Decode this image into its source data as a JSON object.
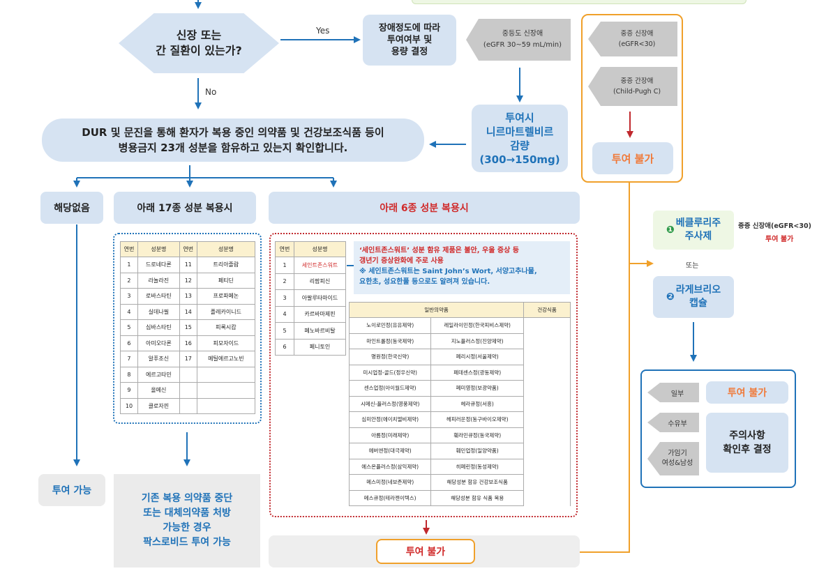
{
  "colors": {
    "blue": "#1f72b8",
    "red": "#d02a2a",
    "orange": "#f0a02a",
    "light_blue": "#d6e3f2",
    "grey": "#c9c9c9"
  },
  "decision": {
    "question": "신장 또는\n간 질환이 있는가?",
    "yes": "Yes",
    "no": "No"
  },
  "renal_box": "장애정도에 따라\n투여여부 및\n용량 결정",
  "moderate_tag": "중등도 신장애\n(eGFR 30~59 mL/min)",
  "dose_reduce": "투여시\n니르마트렐비르\n감량\n(300→150mg)",
  "severe": {
    "renal": "중증 신장애\n(eGFR<30)",
    "liver": "중증 간장애\n(Child-Pugh C)",
    "result": "투여 불가"
  },
  "dur_box": "DUR 및 문진을 통해 환자가 복용 중인 의약품 및 건강보조식품 등이\n병용금지 23개 성분을 함유하고 있는지 확인합니다.",
  "none": {
    "label": "해당없음",
    "result": "투여 가능"
  },
  "group17": {
    "header": "아래 17종 성분 복용시",
    "result": "기존 복용 의약품 중단\n또는 대체의약품 처방\n가능한 경우\n팍스로비드 투여 가능"
  },
  "table17": {
    "headers": [
      "연번",
      "성분명",
      "연번",
      "성분명"
    ],
    "rows": [
      [
        "1",
        "드로네다론",
        "11",
        "트리아졸람"
      ],
      [
        "2",
        "라놀라진",
        "12",
        "페티딘"
      ],
      [
        "3",
        "로바스타틴",
        "13",
        "프로파페논"
      ],
      [
        "4",
        "실데나필",
        "14",
        "플레카이니드"
      ],
      [
        "5",
        "심바스타틴",
        "15",
        "피록시캄"
      ],
      [
        "6",
        "아미오다론",
        "16",
        "피모자이드"
      ],
      [
        "7",
        "알푸조신",
        "17",
        "메틸에르고노빈"
      ],
      [
        "8",
        "에르고타민",
        "",
        ""
      ],
      [
        "9",
        "올메신",
        "",
        ""
      ],
      [
        "10",
        "클로자핀",
        "",
        ""
      ]
    ]
  },
  "group6": {
    "header": "아래 6종 성분 복용시",
    "result": "투여 불가"
  },
  "table6": {
    "headers": [
      "연번",
      "성분명"
    ],
    "rows": [
      [
        "1",
        "세인트존스워트"
      ],
      [
        "2",
        "리팜피신"
      ],
      [
        "3",
        "아팔루타마이드"
      ],
      [
        "4",
        "카르바마제핀"
      ],
      [
        "5",
        "페노바르비탈"
      ],
      [
        "6",
        "페니토인"
      ]
    ]
  },
  "sjw_note": {
    "line1": "‘세인트존스워트’ 성분 함유 제품은 불안, 우울 증상 등\n갱년기 증상완화에 주로 사용",
    "line2": "※ 세인트존스워트는 Saint John’s Wort, 서양고추나물,\n요한초, 성요한풀 등으로도 알려져 있습니다."
  },
  "products": {
    "headers": [
      "일반의약품",
      "건강식품"
    ],
    "rows": [
      [
        "노이로민정(유유제약)",
        "레일라이민정(한국피비스제약)"
      ],
      [
        "마인트롤정(동국제약)",
        "지노플러스정(진양제약)"
      ],
      [
        "명원정(한국신약)",
        "페리시정(서울제약)"
      ],
      [
        "미시업정-골드(정우신약)",
        "페데센스정(광동제약)"
      ],
      [
        "센스업정(아이월드제약)",
        "페미영정(보광약품)"
      ],
      [
        "시메신-플러스정(영풍제약)",
        "헤라큐정(서흥)"
      ],
      [
        "심미안정(에이치엘비제약)",
        "헤피러운정(동구바이오제약)"
      ],
      [
        "아름정(미래제약)",
        "훼라민큐정(동국제약)"
      ],
      [
        "에버엔정(대극제약)",
        "훼민업정(일양약품)"
      ],
      [
        "에스온플러스정(삼익제약)",
        "히페린정(동성제약)"
      ],
      [
        "메스미정(네보존제약)",
        "해당성분 함유 건강보조식품"
      ],
      [
        "메스큐정(테라젠이텍스)",
        "해당성분 함유 식품 복용"
      ]
    ]
  },
  "alt": {
    "veklury": {
      "num": "❶",
      "name": "베클루리주\n주사제",
      "note": "중증 신장애(eGFR<30)",
      "note_result": "투여 불가"
    },
    "or": "또는",
    "lagevrio": {
      "num": "❷",
      "name": "라게브리오\n캡슐"
    }
  },
  "cautions": {
    "partial": "일부",
    "partial_result": "투여 불가",
    "nursing": "수유부",
    "fertile": "가임기\n여성&남성",
    "decision": "주의사항\n확인후 결정"
  }
}
